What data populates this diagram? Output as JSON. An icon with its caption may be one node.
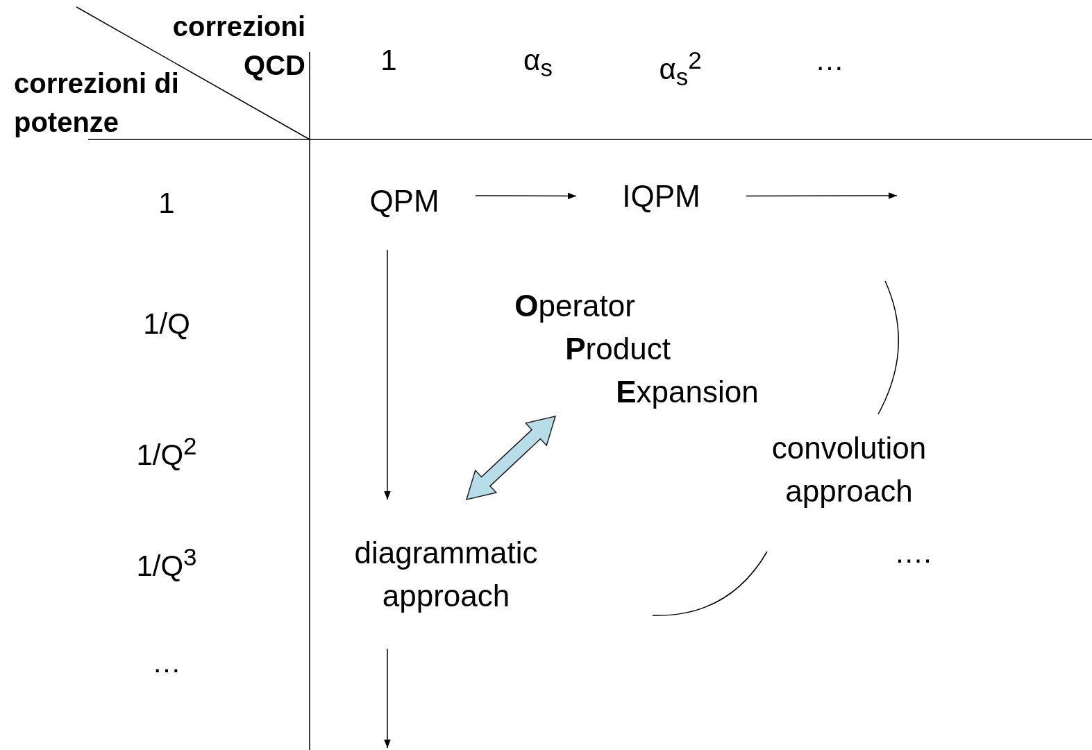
{
  "diagram": {
    "nodes": [
      {
        "text": [
          "QPM"
        ]
      },
      {
        "text": [
          "IQPM"
        ]
      },
      {
        "text": [
          "**O**perator **P**roduct **E**xpansion"
        ]
      },
      {
        "text": [
          "convolution approach"
        ]
      },
      {
        "text": [
          "diagrammatic approach"
        ]
      }
    ],
    "edges": [
      {
        "from": 0,
        "to": 1,
        "arrow": "to"
      },
      {
        "from": 1,
        "to": null,
        "arrow": "to"
      },
      {
        "from": 0,
        "to": 4,
        "arrow": "to"
      },
      {
        "from": 2,
        "to": 4,
        "arrow": "both",
        "style": "thick",
        "color": "#b7dde8"
      },
      {
        "from": 4,
        "to": null,
        "arrow": "to"
      }
    ],
    "labels": [
      "correzioni QCD",
      "correzioni di potenze",
      "1",
      "α$_{s}$",
      "α$_{s}$$^{2}$",
      "…",
      "1",
      "1/Q",
      "1/Q$^{2}$",
      "1/Q$^{3}$",
      "…",
      "…."
    ]
  }
}
